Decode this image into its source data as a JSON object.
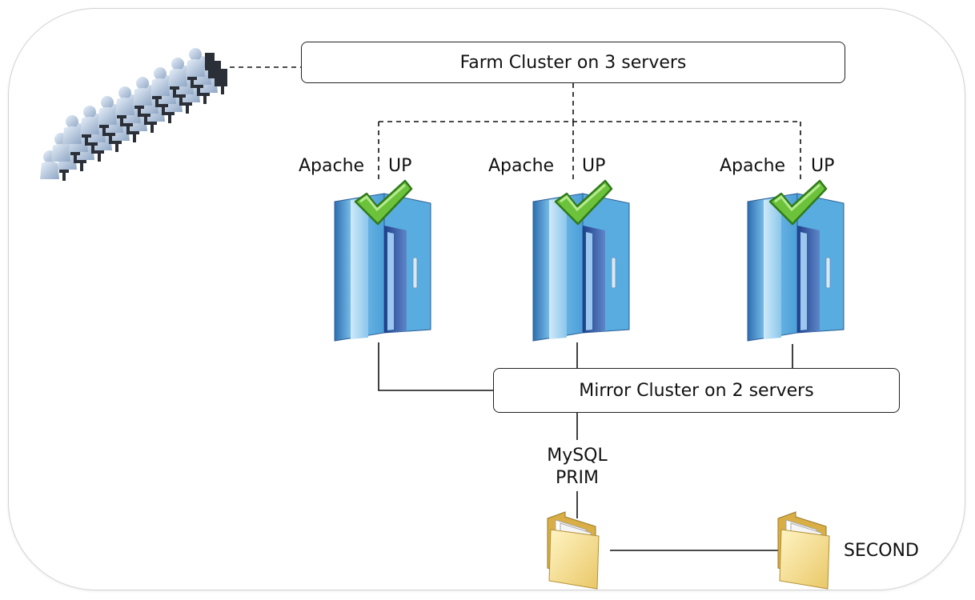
{
  "farm_cluster": {
    "label": "Farm Cluster on 3 servers"
  },
  "mirror_cluster": {
    "label": "Mirror Cluster on 2 servers"
  },
  "web_servers": [
    {
      "service": "Apache",
      "status": "UP"
    },
    {
      "service": "Apache",
      "status": "UP"
    },
    {
      "service": "Apache",
      "status": "UP"
    }
  ],
  "database": {
    "primary": {
      "service": "MySQL",
      "role": "PRIM"
    },
    "secondary": {
      "role": "SECOND"
    }
  },
  "icons": {
    "users": "users-group-icon",
    "server": "server-tower-icon",
    "check": "check-mark-icon",
    "storage": "folder-icon"
  },
  "colors": {
    "check_fill": "#6cc23a",
    "server_blue": "#4f9bd4",
    "folder_yellow": "#f2d77a",
    "frame_border": "#d2d2d2"
  }
}
